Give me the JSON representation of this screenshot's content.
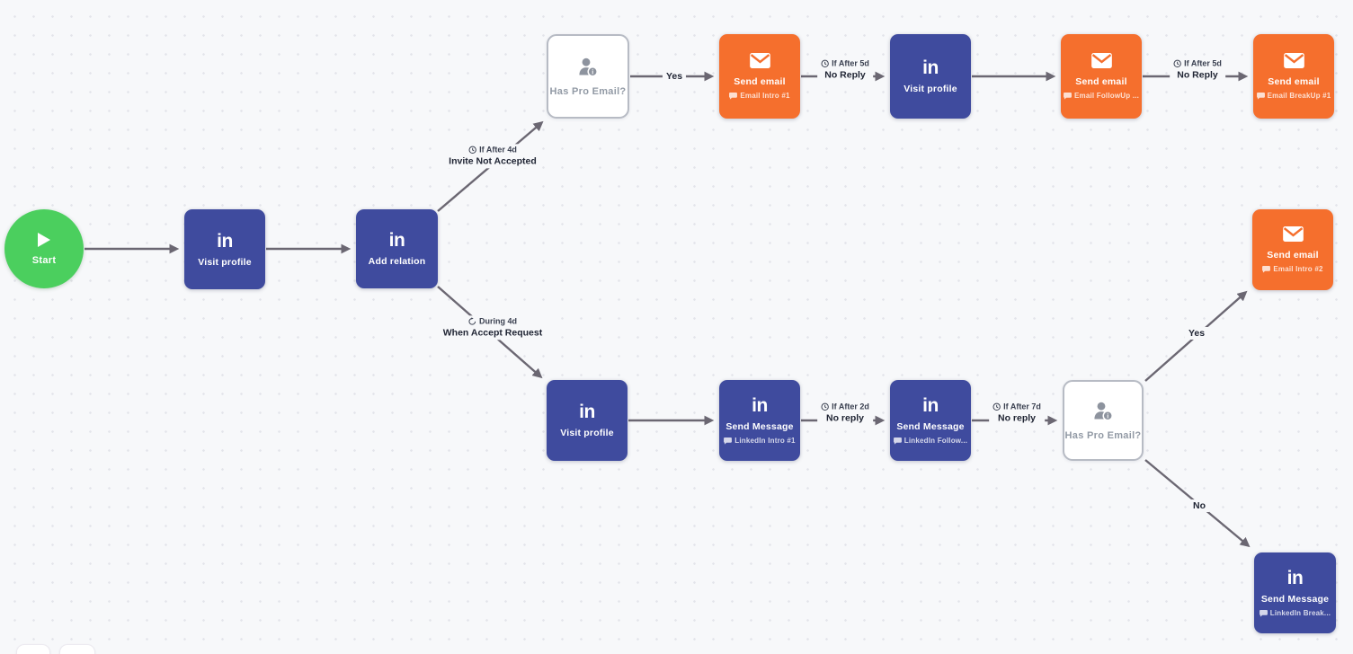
{
  "canvas": {
    "background": "#f7f8fa",
    "dot_color": "#e3e4ea",
    "colors": {
      "linkedin_node": "#3f4b9e",
      "email_node": "#f56f2d",
      "start_node": "#4bcf5e",
      "condition_text": "#929aa5",
      "condition_border": "#b7bbc4",
      "edge": "#6b6772",
      "edge_label_text": "#202534"
    }
  },
  "icons": {
    "linkedin_logo": "in"
  },
  "nodes": [
    {
      "id": "start",
      "type": "start",
      "label": "Start"
    },
    {
      "id": "visit-profile-1",
      "type": "linkedin",
      "title": "Visit profile"
    },
    {
      "id": "add-relation",
      "type": "linkedin",
      "title": "Add relation"
    },
    {
      "id": "has-pro-email-top",
      "type": "condition",
      "title": "Has Pro Email?"
    },
    {
      "id": "send-email-intro-1",
      "type": "email",
      "title": "Send email",
      "subtitle": "Email Intro #1"
    },
    {
      "id": "visit-profile-2",
      "type": "linkedin",
      "title": "Visit profile"
    },
    {
      "id": "send-email-followup",
      "type": "email",
      "title": "Send email",
      "subtitle": "Email FollowUp ..."
    },
    {
      "id": "send-email-breakup-1",
      "type": "email",
      "title": "Send email",
      "subtitle": "Email BreakUp #1"
    },
    {
      "id": "send-email-intro-2",
      "type": "email",
      "title": "Send email",
      "subtitle": "Email Intro #2"
    },
    {
      "id": "visit-profile-3",
      "type": "linkedin",
      "title": "Visit profile"
    },
    {
      "id": "send-message-intro-1",
      "type": "linkedin",
      "title": "Send Message",
      "subtitle": "LinkedIn Intro #1"
    },
    {
      "id": "send-message-follow",
      "type": "linkedin",
      "title": "Send Message",
      "subtitle": "LinkedIn Follow..."
    },
    {
      "id": "has-pro-email-bottom",
      "type": "condition",
      "title": "Has Pro Email?"
    },
    {
      "id": "send-message-break",
      "type": "linkedin",
      "title": "Send Message",
      "subtitle": "LinkedIn Break..."
    }
  ],
  "edge_labels": {
    "invite_not_accepted": {
      "timing": "If After 4d",
      "condition": "Invite Not Accepted"
    },
    "when_accept_request": {
      "timing": "During 4d",
      "condition": "When Accept Request"
    },
    "yes_top": {
      "label": "Yes"
    },
    "no_reply_5d_1": {
      "timing": "If After 5d",
      "condition": "No Reply"
    },
    "no_reply_5d_2": {
      "timing": "If After 5d",
      "condition": "No Reply"
    },
    "no_reply_2d": {
      "timing": "If After 2d",
      "condition": "No reply"
    },
    "no_reply_7d": {
      "timing": "If After 7d",
      "condition": "No reply"
    },
    "yes_bottom": {
      "label": "Yes"
    },
    "no_bottom": {
      "label": "No"
    }
  }
}
